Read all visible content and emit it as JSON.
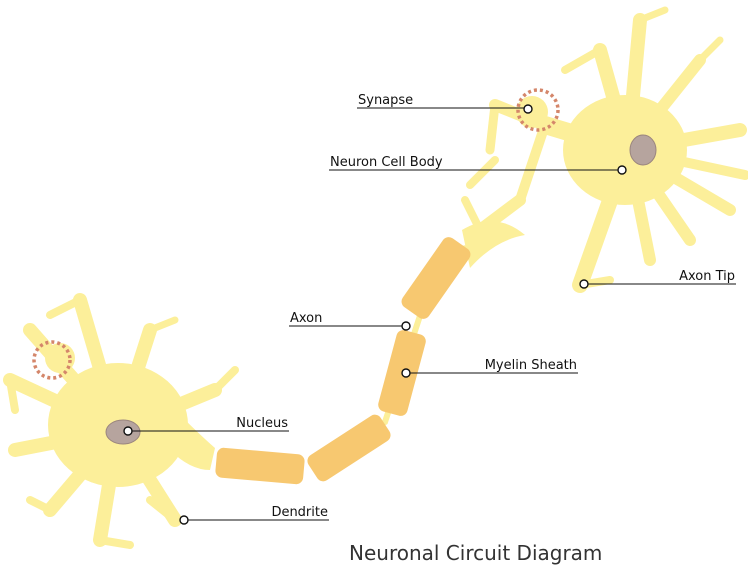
{
  "diagram": {
    "title": "Neuronal Circuit Diagram",
    "labels": {
      "synapse": "Synapse",
      "neuron_cell_body": "Neuron Cell Body",
      "axon_tip": "Axon Tip",
      "axon": "Axon",
      "myelin_sheath": "Myelin Sheath",
      "nucleus": "Nucleus",
      "dendrite": "Dendrite"
    },
    "colors": {
      "cell": "#fcef9a",
      "myelin": "#f7c870",
      "nucleus": "#b6a49e",
      "synapse_ring": "#d4866a"
    }
  }
}
